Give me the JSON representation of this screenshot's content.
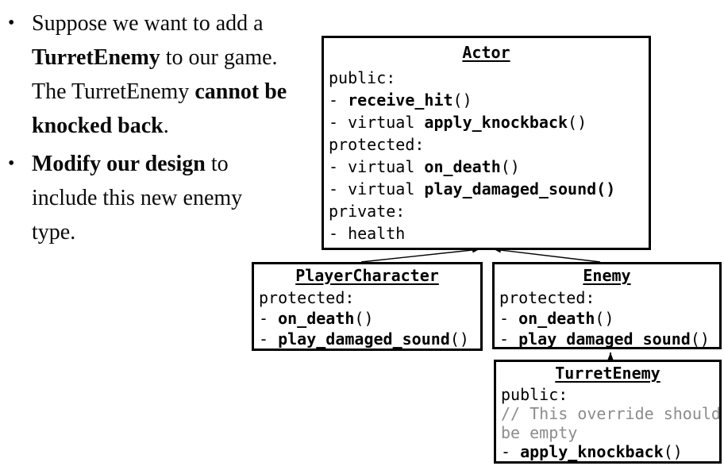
{
  "colors": {
    "text": "#000000",
    "border": "#000000",
    "comment_gray": "#8c8c8c",
    "background": "#ffffff"
  },
  "bullet_marker": "•",
  "bullets": [
    {
      "lines": [
        [
          {
            "t": "Suppose we want to add a"
          }
        ],
        [
          {
            "t": "TurretEnemy",
            "b": true
          },
          {
            "t": " to our game."
          }
        ],
        [
          {
            "t": "The TurretEnemy "
          },
          {
            "t": "cannot be",
            "b": true
          }
        ],
        [
          {
            "t": "knocked back",
            "b": true
          },
          {
            "t": "."
          }
        ]
      ]
    },
    {
      "lines": [
        [
          {
            "t": "Modify our design",
            "b": true
          },
          {
            "t": " to"
          }
        ],
        [
          {
            "t": "include this new enemy"
          }
        ],
        [
          {
            "t": "type."
          }
        ]
      ]
    }
  ],
  "classes": {
    "actor": {
      "title": "Actor",
      "lines": [
        [
          {
            "t": "public:"
          }
        ],
        [
          {
            "t": "- "
          },
          {
            "t": "receive_hit",
            "b": true
          },
          {
            "t": "()"
          }
        ],
        [
          {
            "t": "- virtual "
          },
          {
            "t": "apply_knockback",
            "b": true
          },
          {
            "t": "()"
          }
        ],
        [
          {
            "t": "protected:"
          }
        ],
        [
          {
            "t": "- virtual "
          },
          {
            "t": "on_death",
            "b": true
          },
          {
            "t": "()"
          }
        ],
        [
          {
            "t": "- virtual "
          },
          {
            "t": "play_damaged_sound()",
            "b": true
          }
        ],
        [
          {
            "t": "private:"
          }
        ],
        [
          {
            "t": "- health"
          }
        ]
      ]
    },
    "player": {
      "title": "PlayerCharacter",
      "lines": [
        [
          {
            "t": "protected:"
          }
        ],
        [
          {
            "t": "- "
          },
          {
            "t": "on_death",
            "b": true
          },
          {
            "t": "()"
          }
        ],
        [
          {
            "t": "- "
          },
          {
            "t": "play_damaged_sound",
            "b": true
          },
          {
            "t": "()"
          }
        ]
      ]
    },
    "enemy": {
      "title": "Enemy",
      "lines": [
        [
          {
            "t": "protected:"
          }
        ],
        [
          {
            "t": "- "
          },
          {
            "t": "on_death",
            "b": true
          },
          {
            "t": "()"
          }
        ],
        [
          {
            "t": "- "
          },
          {
            "t": "play_damaged_sound",
            "b": true
          },
          {
            "t": "()"
          }
        ]
      ]
    },
    "turret": {
      "title": "TurretEnemy",
      "lines": [
        [
          {
            "t": "public:"
          }
        ],
        [
          {
            "t": "// This override should",
            "g": true
          }
        ],
        [
          {
            "t": "be empty",
            "g": true
          }
        ],
        [
          {
            "t": "- "
          },
          {
            "t": "apply_knockback",
            "b": true
          },
          {
            "t": "()"
          }
        ]
      ]
    }
  },
  "relationships": [
    {
      "from": "PlayerCharacter",
      "to": "Actor",
      "type": "inheritance"
    },
    {
      "from": "Enemy",
      "to": "Actor",
      "type": "inheritance"
    },
    {
      "from": "TurretEnemy",
      "to": "Enemy",
      "type": "inheritance"
    }
  ]
}
